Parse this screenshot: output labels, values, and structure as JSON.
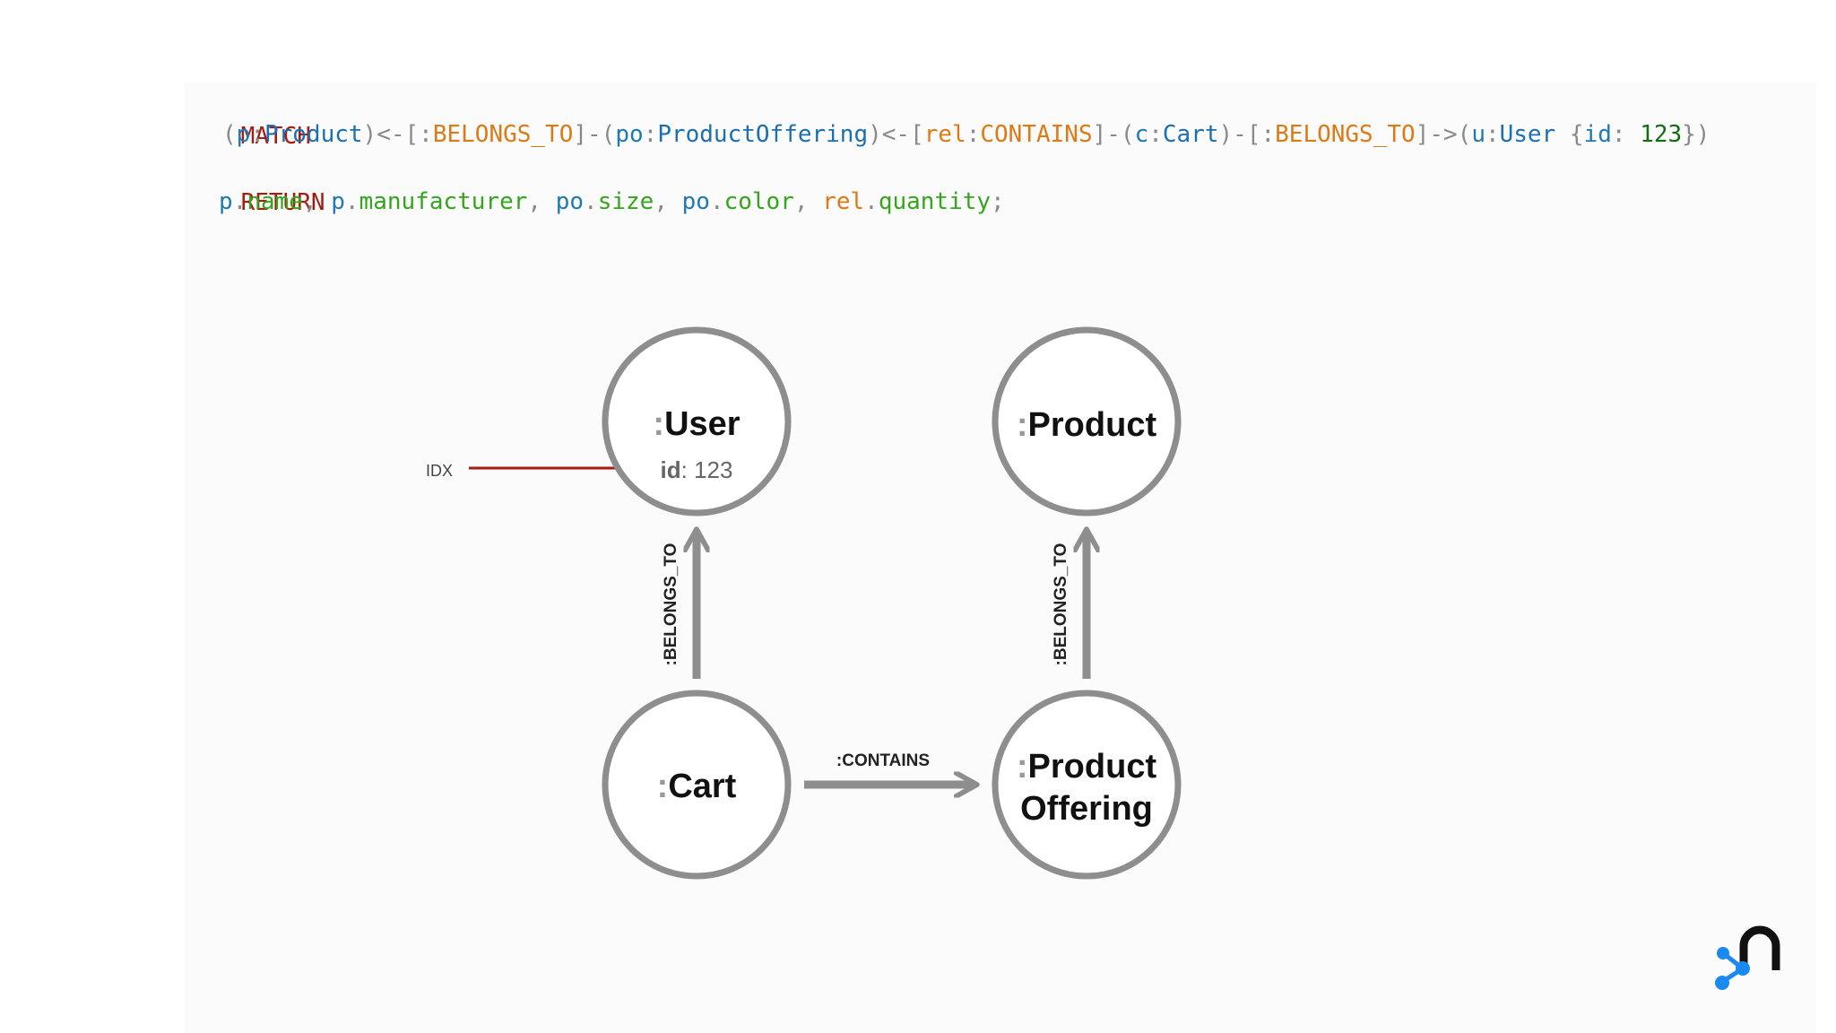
{
  "query": {
    "match_keyword": "MATCH",
    "return_keyword": "RETURN",
    "match_line": [
      {
        "t": "(",
        "c": "p"
      },
      {
        "t": "p",
        "c": "var"
      },
      {
        "t": ":",
        "c": "p"
      },
      {
        "t": "Product",
        "c": "lbl"
      },
      {
        "t": ")<-[",
        "c": "p"
      },
      {
        "t": ":",
        "c": "p"
      },
      {
        "t": "BELONGS_TO",
        "c": "rel"
      },
      {
        "t": "]-(",
        "c": "p"
      },
      {
        "t": "po",
        "c": "var"
      },
      {
        "t": ":",
        "c": "p"
      },
      {
        "t": "ProductOffering",
        "c": "lbl"
      },
      {
        "t": ")<-[",
        "c": "p"
      },
      {
        "t": "rel",
        "c": "rel"
      },
      {
        "t": ":",
        "c": "p"
      },
      {
        "t": "CONTAINS",
        "c": "rel"
      },
      {
        "t": "]-(",
        "c": "p"
      },
      {
        "t": "c",
        "c": "var"
      },
      {
        "t": ":",
        "c": "p"
      },
      {
        "t": "Cart",
        "c": "lbl"
      },
      {
        "t": ")-[",
        "c": "p"
      },
      {
        "t": ":",
        "c": "p"
      },
      {
        "t": "BELONGS_TO",
        "c": "rel"
      },
      {
        "t": "]->(",
        "c": "p"
      },
      {
        "t": "u",
        "c": "var"
      },
      {
        "t": ":",
        "c": "p"
      },
      {
        "t": "User",
        "c": "lbl"
      },
      {
        "t": " {",
        "c": "p"
      },
      {
        "t": "id",
        "c": "var"
      },
      {
        "t": ": ",
        "c": "p"
      },
      {
        "t": "123",
        "c": "num"
      },
      {
        "t": "})",
        "c": "p"
      }
    ],
    "return_line": [
      {
        "t": "p",
        "c": "var"
      },
      {
        "t": ".",
        "c": "p"
      },
      {
        "t": "name",
        "c": "prop"
      },
      {
        "t": ", ",
        "c": "p"
      },
      {
        "t": "p",
        "c": "var"
      },
      {
        "t": ".",
        "c": "p"
      },
      {
        "t": "manufacturer",
        "c": "prop"
      },
      {
        "t": ", ",
        "c": "p"
      },
      {
        "t": "po",
        "c": "var"
      },
      {
        "t": ".",
        "c": "p"
      },
      {
        "t": "size",
        "c": "prop"
      },
      {
        "t": ", ",
        "c": "p"
      },
      {
        "t": "po",
        "c": "var"
      },
      {
        "t": ".",
        "c": "p"
      },
      {
        "t": "color",
        "c": "prop"
      },
      {
        "t": ", ",
        "c": "p"
      },
      {
        "t": "rel",
        "c": "rel"
      },
      {
        "t": ".",
        "c": "p"
      },
      {
        "t": "quantity",
        "c": "prop"
      },
      {
        "t": ";",
        "c": "p"
      }
    ]
  },
  "graph": {
    "colon": ":",
    "nodes": {
      "user": {
        "label": "User",
        "prop_key": "id",
        "prop_sep": ": ",
        "prop_value": "123"
      },
      "product": {
        "label": "Product"
      },
      "cart": {
        "label": "Cart"
      },
      "product_offering": {
        "label_line1": "Product",
        "label_line2": "Offering"
      }
    },
    "edges": {
      "cart_user": ":BELONGS_TO",
      "offering_product": ":BELONGS_TO",
      "cart_offering": ":CONTAINS"
    },
    "index_label": "IDX"
  },
  "colors": {
    "node_stroke": "#8e8e8e",
    "arrow": "#8e8e8e",
    "index_arrow": "#a61b12",
    "logo_blue": "#1a8af0",
    "logo_dark": "#111111"
  }
}
